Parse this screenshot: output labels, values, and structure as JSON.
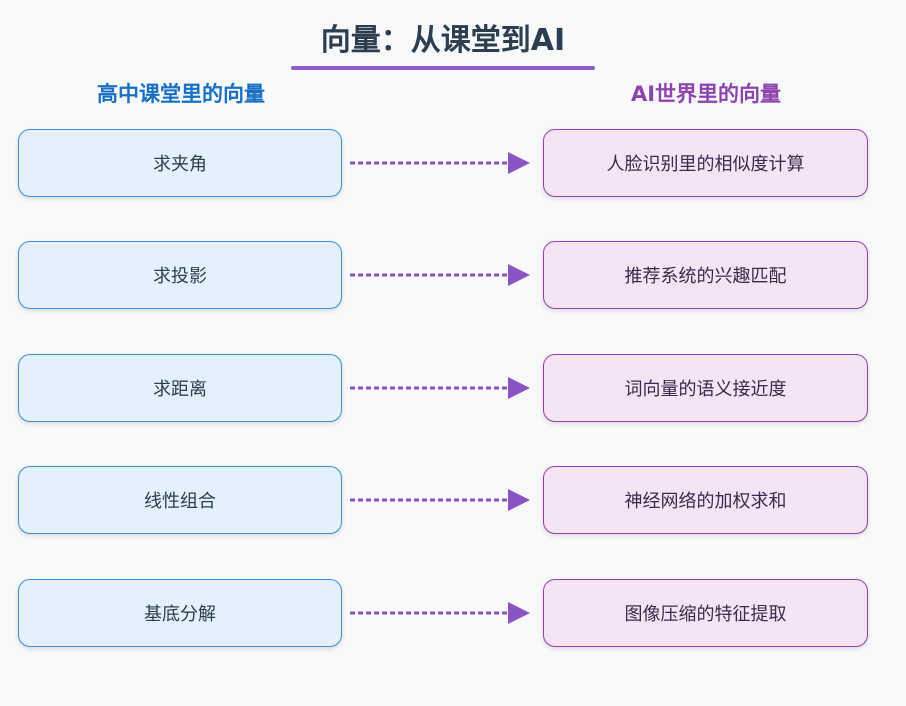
{
  "title": "向量：从课堂到AI",
  "left_header": "高中课堂里的向量",
  "right_header": "AI世界里的向量",
  "colors": {
    "title": "#2c3e50",
    "underline": "#8e5cc6",
    "left_header": "#1a6fc4",
    "right_header": "#8e44ad",
    "left_box_fill": "#e4f1fc",
    "left_box_border": "#3a8fd6",
    "right_box_fill": "#f5e4f6",
    "right_box_border": "#9b3db2",
    "arrow": "#8a54c4"
  },
  "rows": [
    {
      "left": "求夹角",
      "right": "人脸识别里的相似度计算"
    },
    {
      "left": "求投影",
      "right": "推荐系统的兴趣匹配"
    },
    {
      "left": "求距离",
      "right": "词向量的语义接近度"
    },
    {
      "left": "线性组合",
      "right": "神经网络的加权求和"
    },
    {
      "left": "基底分解",
      "right": "图像压缩的特征提取"
    }
  ]
}
